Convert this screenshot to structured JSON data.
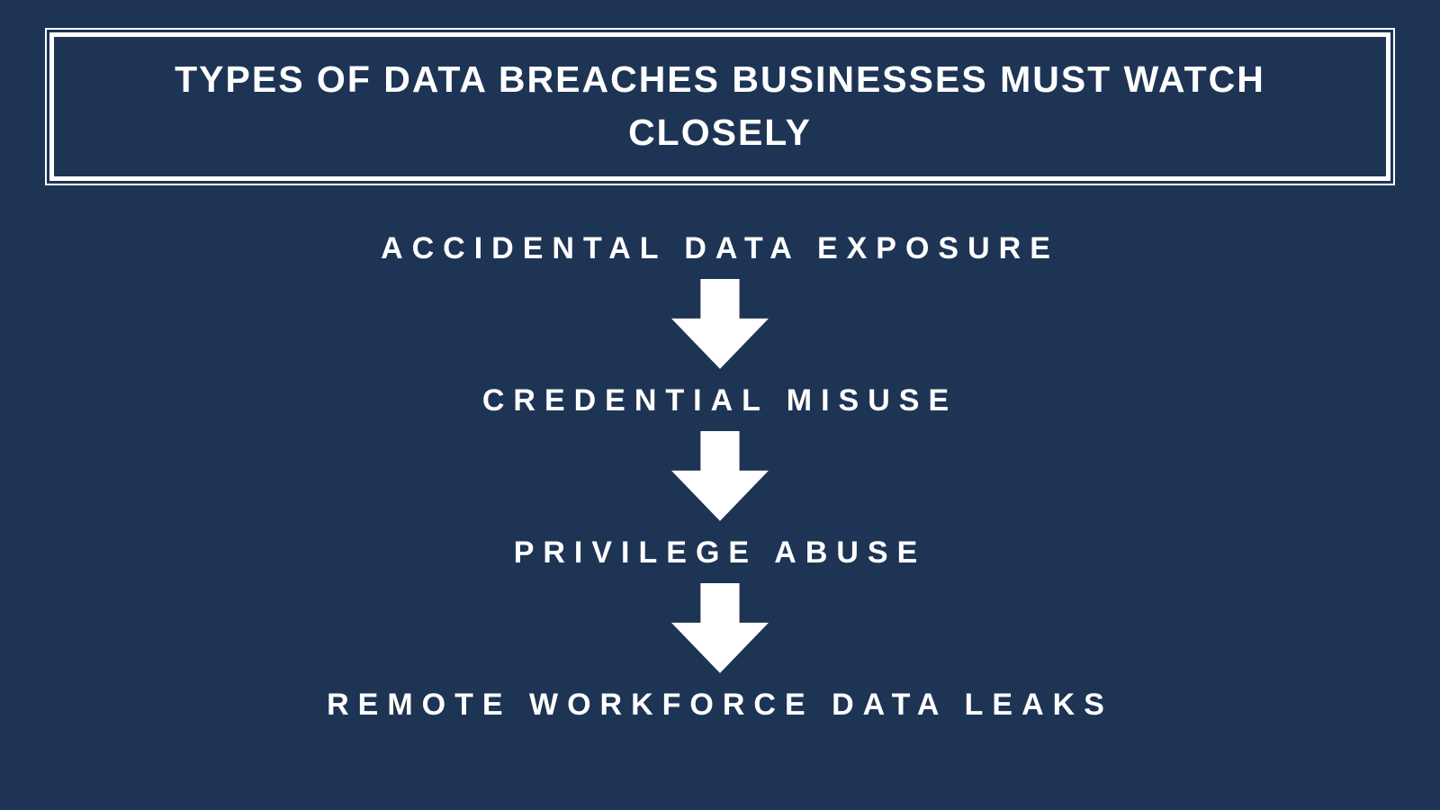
{
  "header": {
    "title": "TYPES OF DATA BREACHES BUSINESSES MUST WATCH CLOSELY"
  },
  "flow": {
    "steps": [
      {
        "label": "ACCIDENTAL DATA EXPOSURE"
      },
      {
        "label": "CREDENTIAL MISUSE"
      },
      {
        "label": "PRIVILEGE ABUSE"
      },
      {
        "label": "REMOTE WORKFORCE DATA LEAKS"
      }
    ],
    "connector_icon": "down-block-arrow"
  },
  "colors": {
    "background": "#1e3455",
    "text": "#ffffff"
  }
}
